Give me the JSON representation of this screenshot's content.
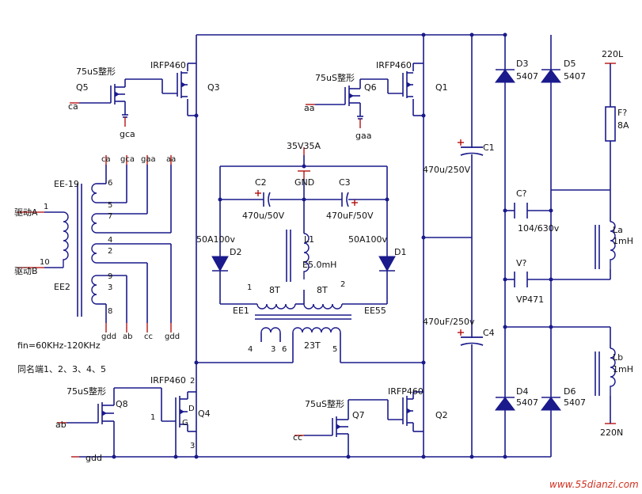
{
  "labels": {
    "q5_name": "Q5",
    "q5_note": "75uS整形",
    "q5_gate": "ca",
    "q5_src": "gca",
    "q3_type": "IRFP460",
    "q3_name": "Q3",
    "q6_name": "Q6",
    "q6_note": "75uS整形",
    "q6_gate": "aa",
    "q6_src": "gaa",
    "q1_type": "IRFP460",
    "q1_name": "Q1",
    "q8_name": "Q8",
    "q8_note": "75uS整形",
    "q8_gate": "ab",
    "q8_src": "gdd",
    "q4_type": "IRFP460",
    "q4_name": "Q4",
    "q4_pin1": "1",
    "q4_pin2": "2",
    "q4_pin3": "3",
    "q4_g": "G",
    "q4_d": "D",
    "q7_name": "Q7",
    "q7_note": "75uS整形",
    "q7_gate": "cc",
    "q2_type": "IRFP460",
    "q2_name": "Q2",
    "ee19": "EE-19",
    "ee2": "EE2",
    "drive_a": "驱动A",
    "drive_b": "驱动B",
    "pin1": "1",
    "pin10": "10",
    "t_top_ca": "ca",
    "t_top_gca": "gca",
    "t_top_gaa": "gaa",
    "t_top_aa": "aa",
    "t_pin6": "6",
    "t_pin5": "5",
    "t_pin7": "7",
    "t_pin4": "4",
    "t_pin2": "2",
    "t_pin9": "9",
    "t_pin3": "3",
    "t_pin8": "8",
    "t_bot_gdd": "gdd",
    "t_bot_ab": "ab",
    "t_bot_cc": "cc",
    "t_bot_gdd2": "gdd",
    "fin": "fin=60KHz-120KHz",
    "same_name": "同名端1、2、3、4、5",
    "vout": "35V35A",
    "gnd": "GND",
    "c2_name": "C2",
    "c2_val": "470u/50V",
    "c3_name": "C3",
    "c3_val": "470uF/50V",
    "d2_val": "50A100v",
    "d2_name": "D2",
    "d1_val": "50A100v",
    "d1_name": "D1",
    "l1_name": "L1",
    "l1_val": "E5.0mH",
    "ee1": "EE1",
    "ee55": "EE55",
    "w8t_a": "8T",
    "w8t_b": "8T",
    "w23t": "23T",
    "out_pin1": "1",
    "out_pin2": "2",
    "out_pin4": "4",
    "out_pin3": "3",
    "out_pin6": "6",
    "out_pin5": "5",
    "c1_name": "C1",
    "c1_val": "470u/250V",
    "c4_name": "C4",
    "c4_val": "470uF/250v",
    "d3_name": "D3",
    "d3_val": "5407",
    "d5_name": "D5",
    "d5_val": "5407",
    "d4_name": "D4",
    "d4_val": "5407",
    "d6_name": "D6",
    "d6_val": "5407",
    "cq_name": "C?",
    "cq_val": "104/630v",
    "vq_name": "V?",
    "vq_val": "VP471",
    "l220": "220L",
    "n220": "220N",
    "fuse_name": "F?",
    "fuse_val": "8A",
    "la_name": "La",
    "la_val": "1mH",
    "lb_name": "Lb",
    "lb_val": "1mH",
    "gdd_bottom": "gdd",
    "watermark": "www.55dianzi.com"
  }
}
